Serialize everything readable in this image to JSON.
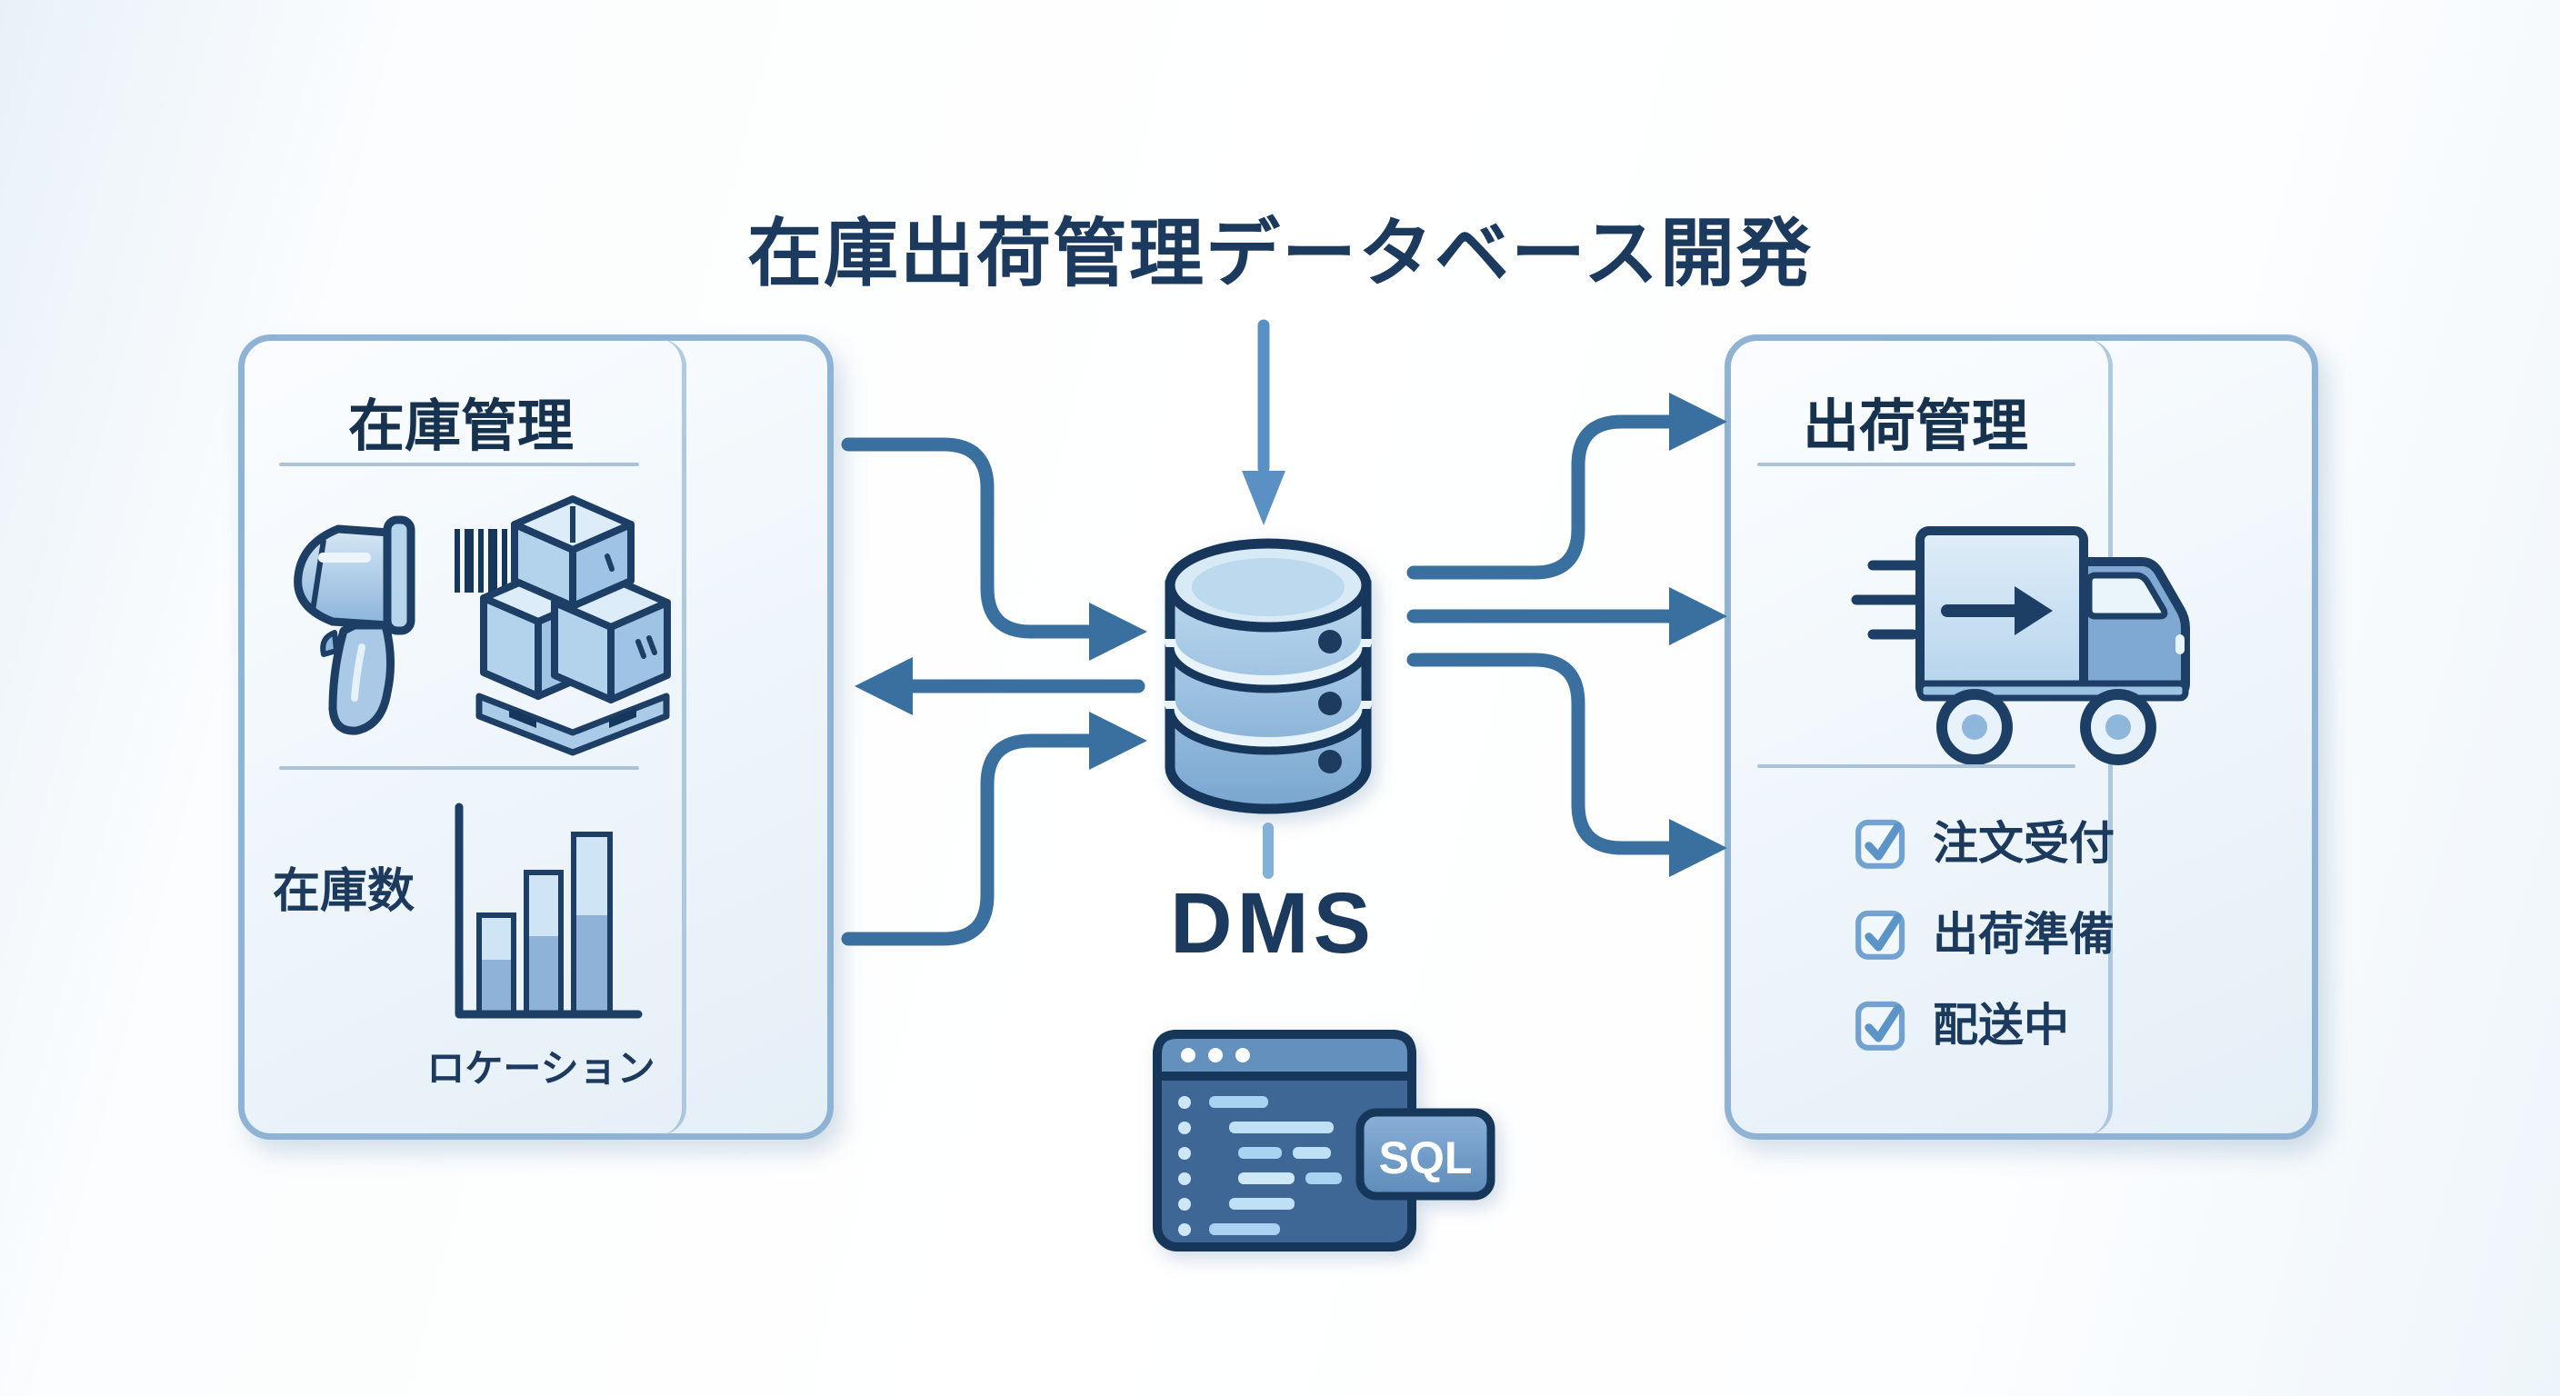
{
  "title": "在庫出荷管理データベース開発",
  "left_panel": {
    "title": "在庫管理",
    "stock_count_label": "在庫数",
    "location_label": "ロケーション",
    "icons": [
      "barcode-scanner-icon",
      "barcode-icon",
      "pallet-boxes-icon"
    ],
    "chart": {
      "type": "bar",
      "bars_relative_heights": [
        0.48,
        0.68,
        0.87
      ],
      "style": "two-tone blue bars, no labels",
      "xlabel": "ロケーション",
      "ylabel": "在庫数"
    }
  },
  "center": {
    "database_label": "DMS",
    "sql_badge_label": "SQL",
    "icons": [
      "database-cylinder-icon",
      "sql-code-window-icon"
    ]
  },
  "right_panel": {
    "title": "出荷管理",
    "icons": [
      "delivery-truck-icon"
    ],
    "checklist": [
      {
        "label": "注文受付",
        "checked": true
      },
      {
        "label": "出荷準備",
        "checked": true
      },
      {
        "label": "配送中",
        "checked": true
      }
    ]
  },
  "colors": {
    "text_navy": "#1b3a5e",
    "arrow_blue": "#3a70a0",
    "light_arrow_blue": "#5b90c5",
    "panel_border": "#8fb3d4",
    "icon_outline": "#1d3f66",
    "code_window_body": "#3e6796",
    "code_bar_light": "#a9d3f0"
  }
}
